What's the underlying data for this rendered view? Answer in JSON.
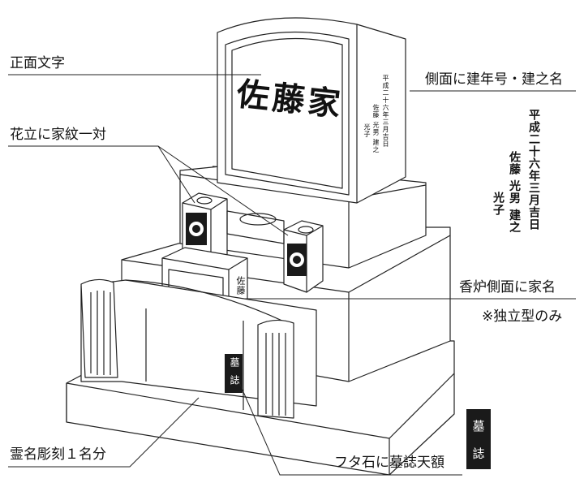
{
  "labels": {
    "front_text": "正面文字",
    "side_text": "側面に建年号・建之名",
    "flower_vase": "花立に家紋一対",
    "incense_side": "香炉側面に家名",
    "standalone_note": "※独立型のみ",
    "spirit_name": "霊名彫刻１名分",
    "lid_stone": "フタ石に墓誌天額"
  },
  "stone": {
    "family_name": "佐藤家",
    "side_inscription": {
      "date": "平成二十六年三月吉日",
      "name1": "佐藤 光男 建之",
      "name2": "光子"
    },
    "incense_name": "佐藤",
    "bosi": [
      "墓",
      "誌"
    ]
  },
  "legend": {
    "date": "平成二十六年三月吉日",
    "name_line1": "佐藤 光男 建之",
    "name_line2": "光子"
  },
  "plaque": [
    "墓",
    "誌"
  ]
}
